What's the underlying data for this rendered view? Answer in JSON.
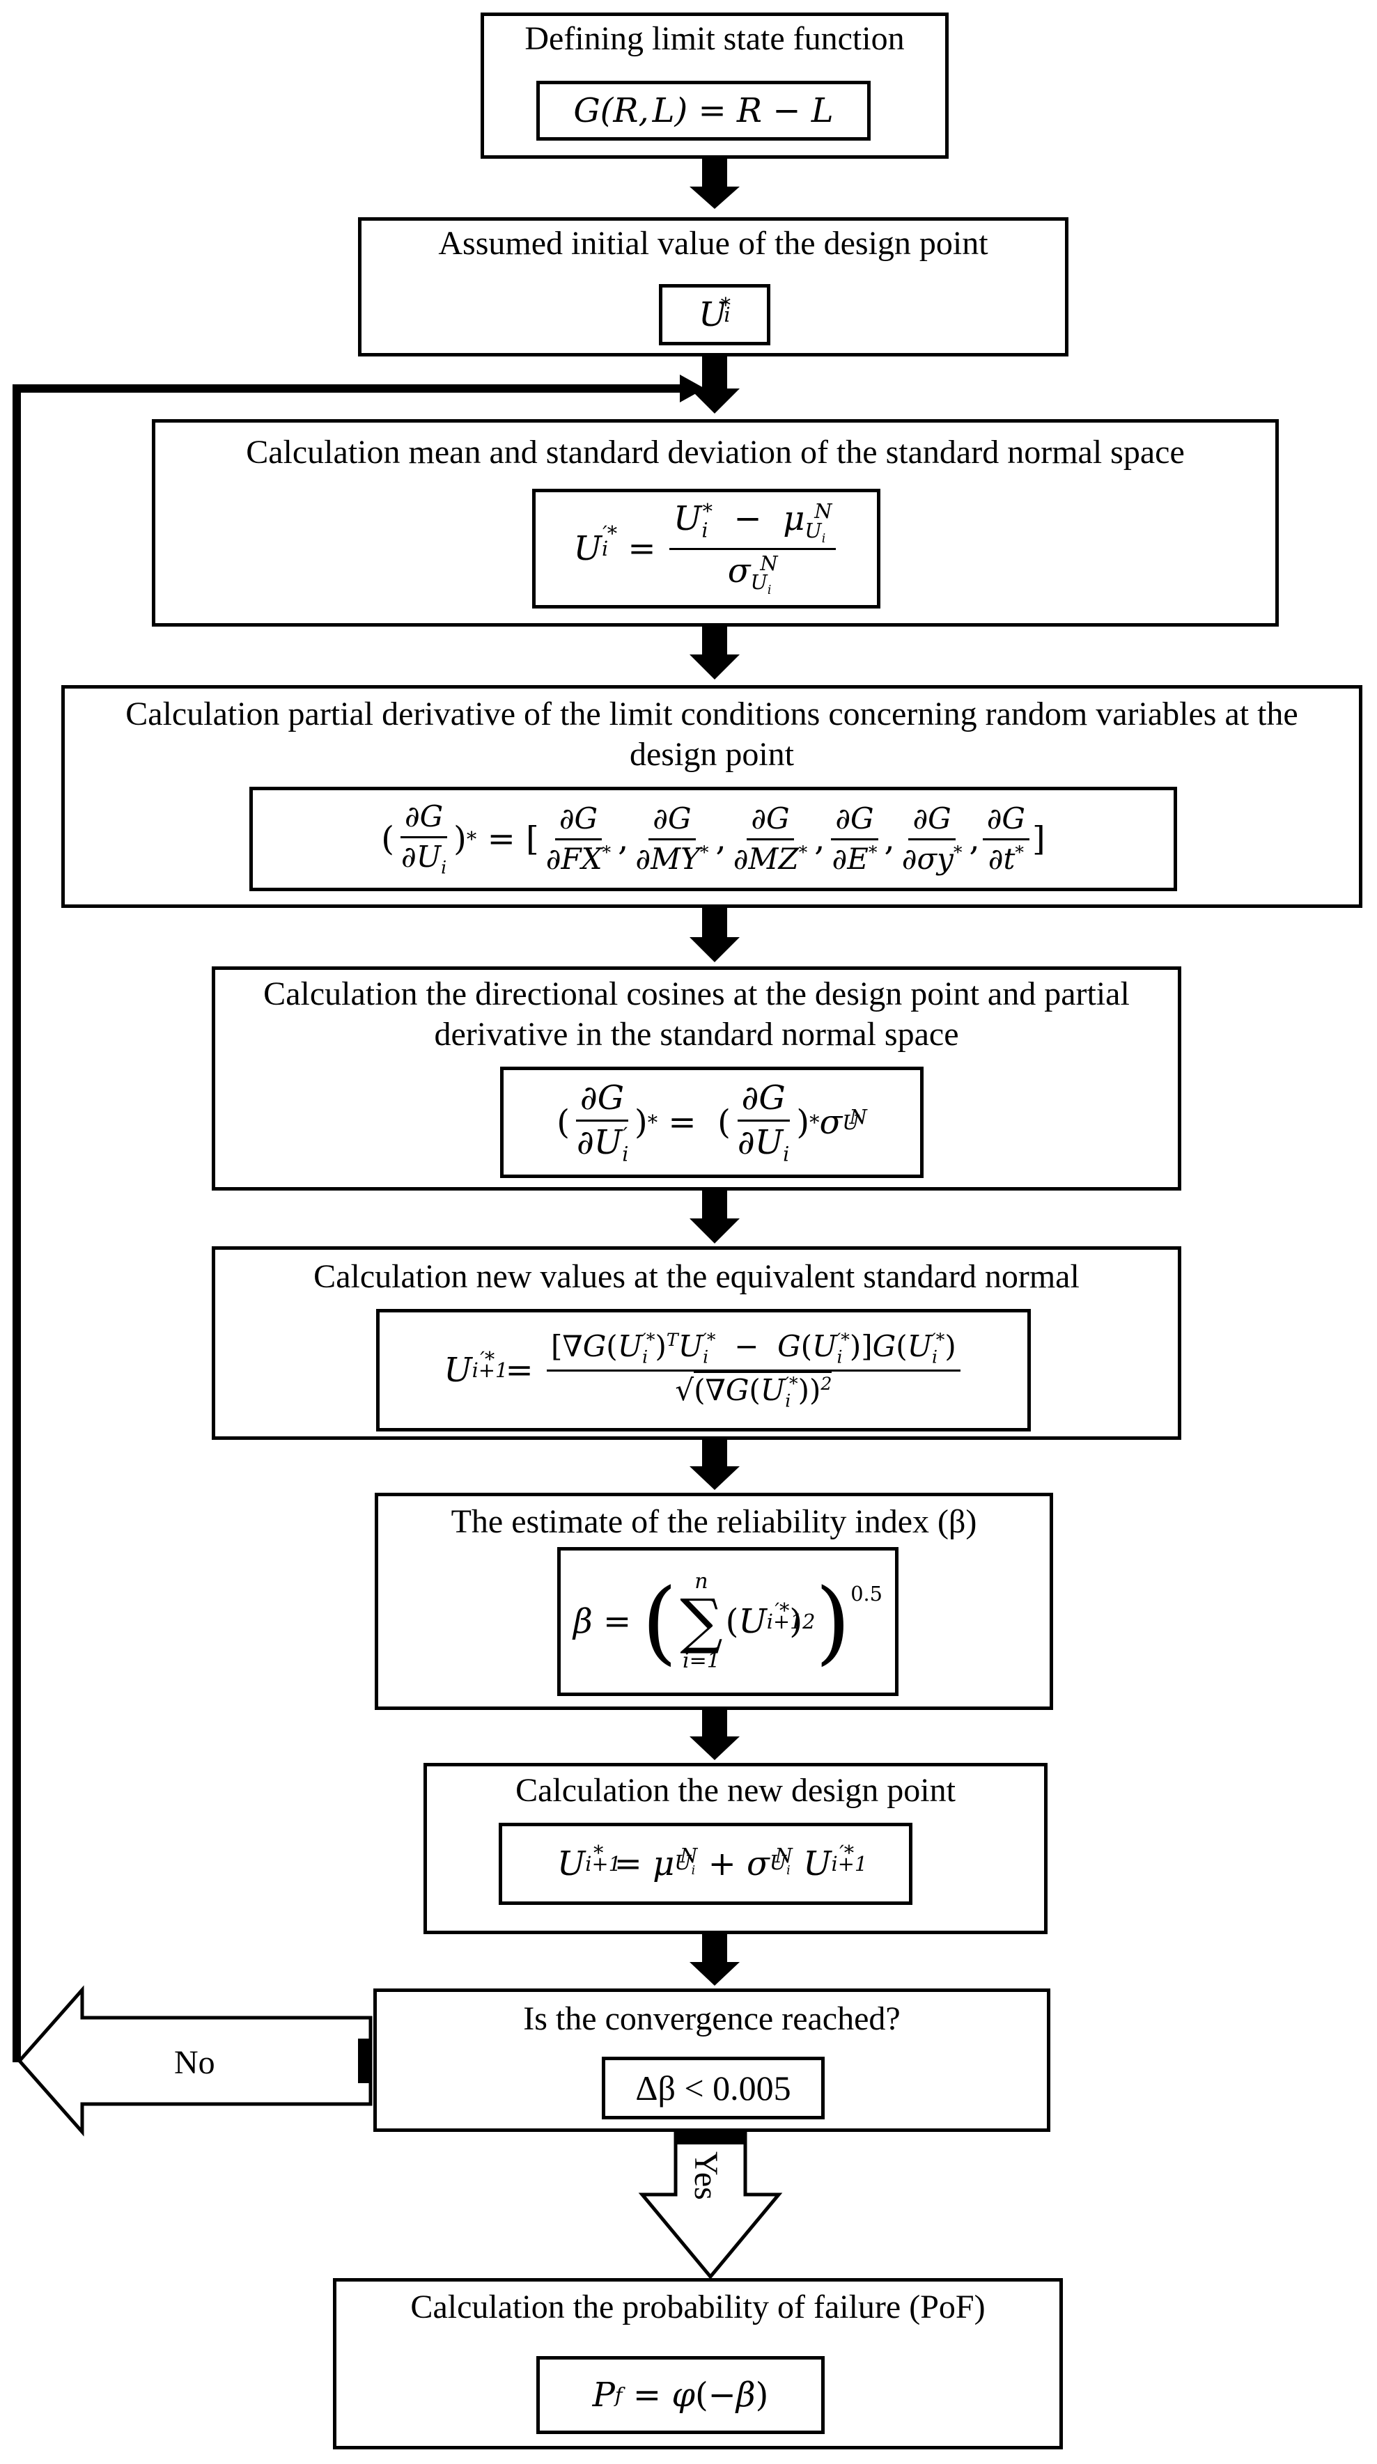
{
  "steps": [
    {
      "title": "Defining limit state function",
      "formula": "G(R, L) = R − L"
    },
    {
      "title": "Assumed initial value of the design point",
      "formula": "U_i^*"
    },
    {
      "title": "Calculation mean and standard deviation of the standard normal space",
      "formula": "U'_i^* = (U_i^* − μ^N_{U_i}) / σ^N_{U_i}"
    },
    {
      "title": "Calculation partial derivative of the limit conditions concerning random variables at the design point",
      "formula": "(∂G/∂U_i)^* = [∂G/∂FX^*, ∂G/∂MY^*, ∂G/∂MZ^*, ∂G/∂E^*, ∂G/∂σy^*, ∂G/∂t^*]"
    },
    {
      "title": "Calculation the directional cosines at the design point and partial derivative in the standard normal space",
      "formula": "(∂G/∂U'_i)^* = (∂G/∂U_i)^* σ^N_U"
    },
    {
      "title": "Calculation new values at the equivalent standard normal",
      "formula": "U'^*_{i+1} = [∇G(U'_i^*)^T U'_i^* − G(U'_i^*)] G(U'_i^*) / √((∇G(U'_i^*))^2)"
    },
    {
      "title": "The estimate of the reliability index (β)",
      "formula": "β = (Σ_{i=1}^{n} (U'^*_{i+1})^2)^0.5"
    },
    {
      "title": "Calculation the new design point",
      "formula": "U^*_{i+1} = μ^N_{U_i} + σ^N_{U_i} U'^*_{i+1}"
    },
    {
      "title": "Is the convergence reached?",
      "formula": "Δβ < 0.005"
    },
    {
      "title": "Calculation the probability of failure (PoF)",
      "formula": "P_f = φ(−β)"
    }
  ],
  "branches": {
    "no_label": "No",
    "yes_label": "Yes"
  },
  "colors": {
    "stroke": "#000000",
    "background": "#ffffff"
  }
}
